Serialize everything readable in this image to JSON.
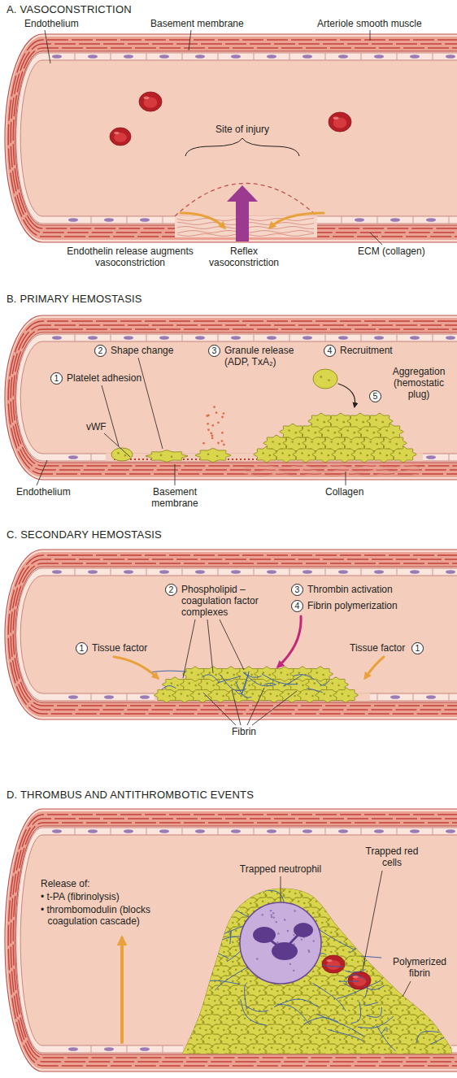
{
  "diagram": {
    "labels": [
      "A. VASOCONSTRICTION",
      "Endothelium",
      "Basement membrane",
      "Arteriole smooth muscle",
      "Site of injury",
      "Endothelin release augments vasoconstriction",
      "Reflex vasoconstriction",
      "ECM (collagen)",
      "B. PRIMARY HEMOSTASIS",
      "2",
      "Shape change",
      "3",
      "Granule release (ADP, TxA₂)",
      "4",
      "Recruitment",
      "1",
      "Platelet adhesion",
      "Aggregation (hemostatic plug)",
      "5",
      "vWF",
      "Endothelium",
      "Basement membrane",
      "Collagen",
      "C. SECONDARY HEMOSTASIS",
      "2",
      "Phospholipid –coagulation factor complexes",
      "3",
      "Thrombin activation",
      "4",
      "Fibrin polymerization",
      "1",
      "Tissue factor",
      "Tissue factor",
      "1",
      "Fibrin",
      "D. THROMBUS AND ANTITHROMBOTIC EVENTS",
      "Release of:",
      "• t-PA (fibrinolysis)",
      "• thrombomodulin (blocks coagulation cascade)",
      "Trapped neutrophil",
      "Trapped red cells",
      "Polymerized fibrin"
    ]
  }
}
